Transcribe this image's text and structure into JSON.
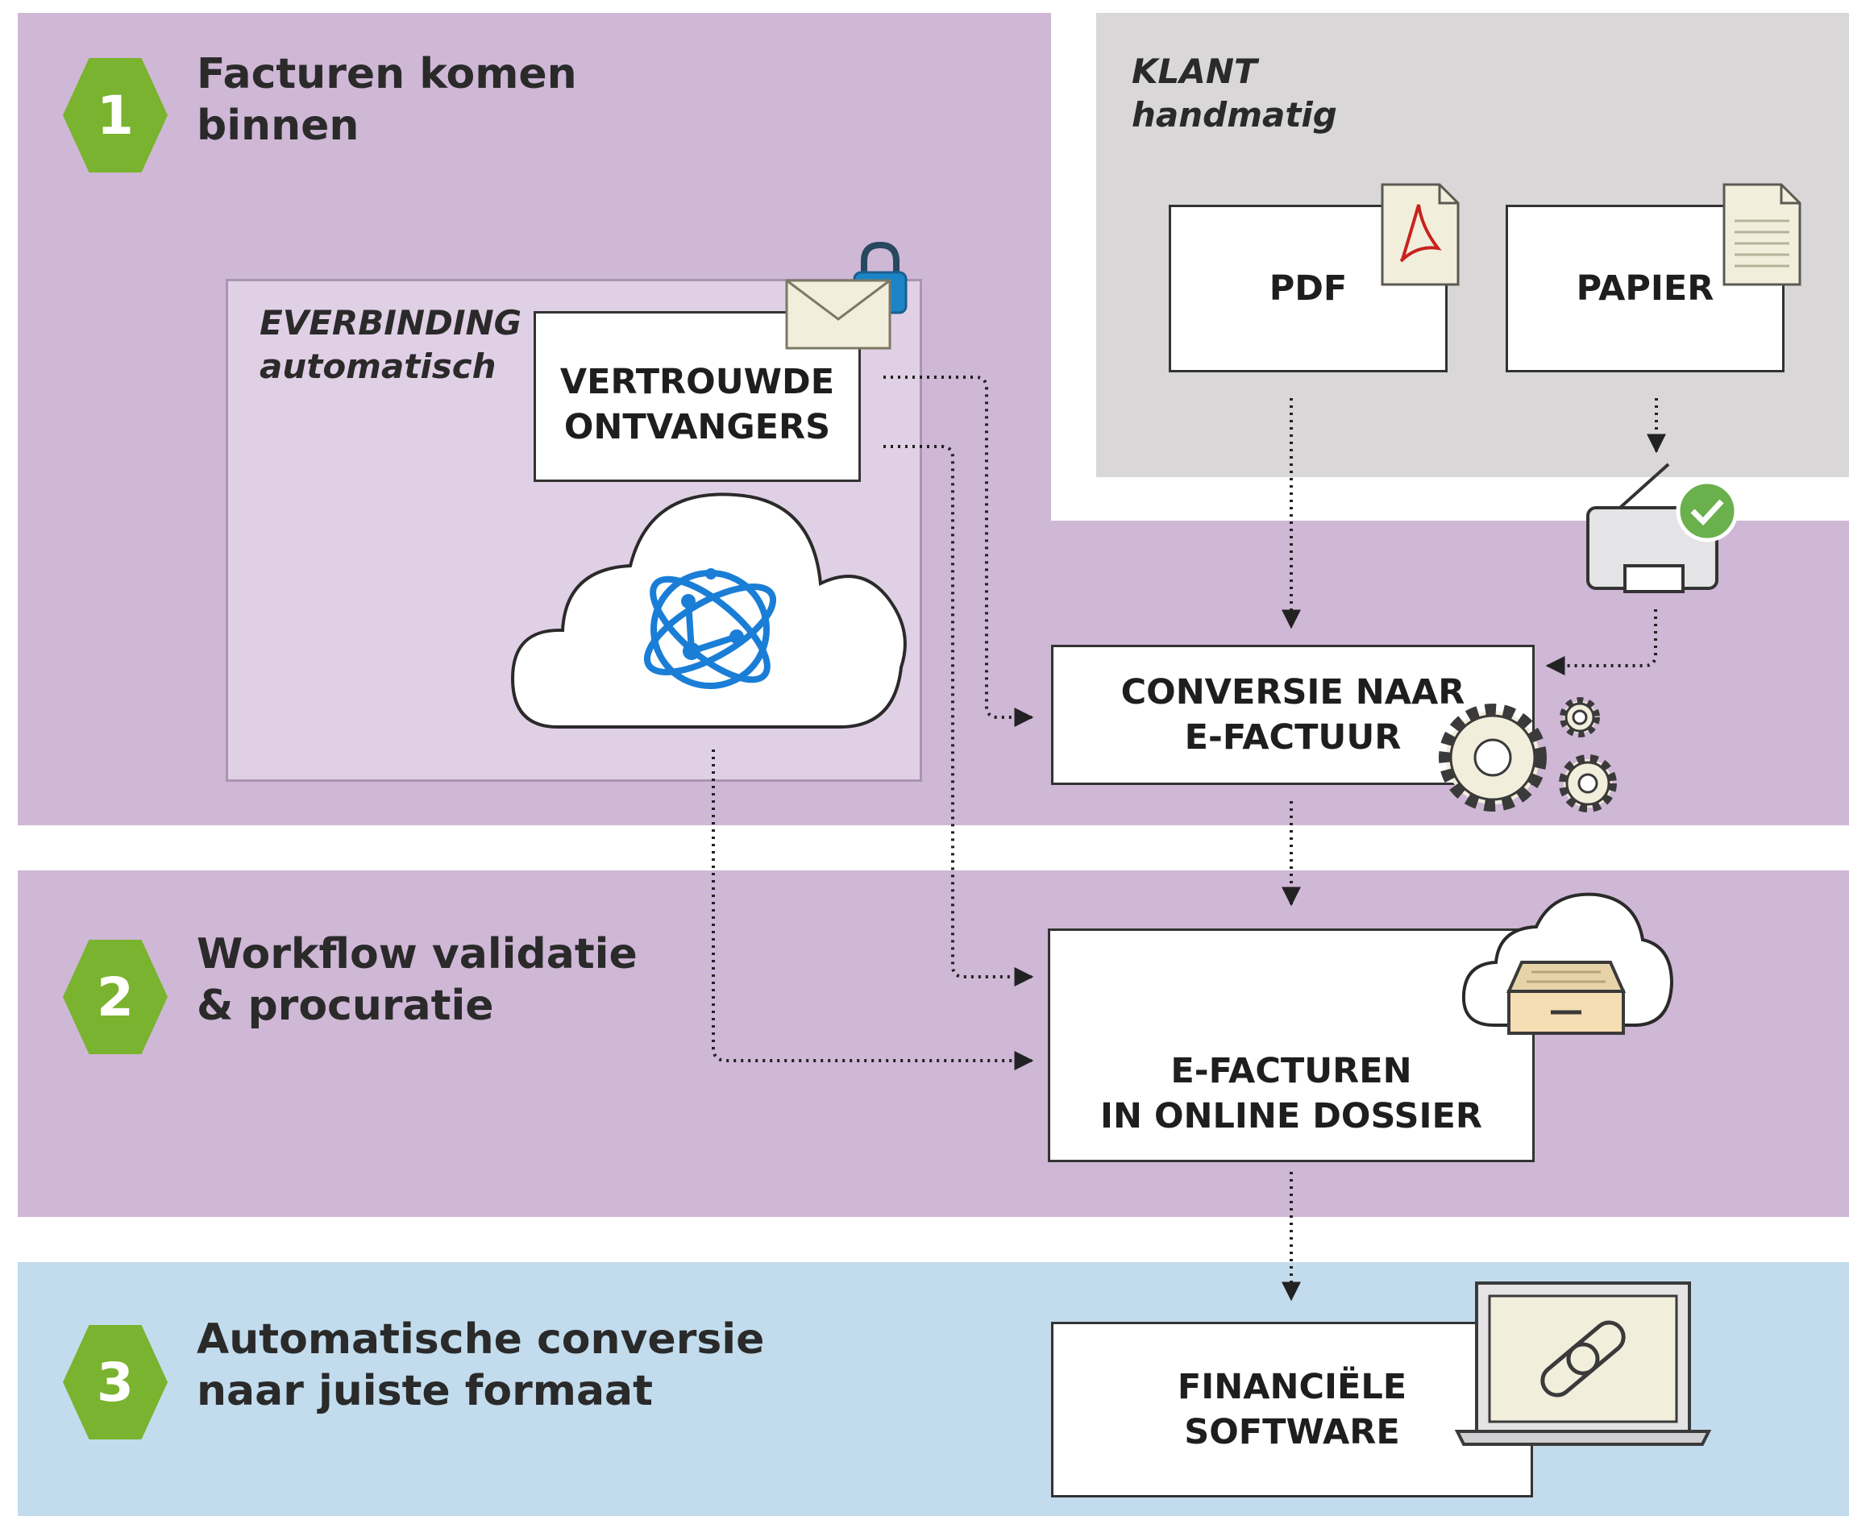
{
  "colors": {
    "purple_bg": "#cfb7d6",
    "inner_purple": "#e0d0e5",
    "grey_bg": "#d9d7d8",
    "blue_bg": "#c2dced",
    "hex_green": "#7ab32f",
    "box_border": "#333333",
    "icon_cream": "#f2eedc",
    "globe_blue": "#1a7ed6",
    "check_green": "#6ab04c"
  },
  "steps": [
    {
      "number": "1",
      "title": "Facturen komen\nbinnen"
    },
    {
      "number": "2",
      "title": "Workflow validatie\n& procuratie"
    },
    {
      "number": "3",
      "title": "Automatische conversie\nnaar juiste formaat"
    }
  ],
  "labels": {
    "everbinding": "EVERBINDING\nautomatisch",
    "klant": "KLANT\nhandmatig"
  },
  "boxes": {
    "vertrouwde": "VERTROUWDE\nONTVANGERS",
    "pdf": "PDF",
    "papier": "PAPIER",
    "conversie": "CONVERSIE NAAR\nE-FACTUUR",
    "efacturen": "E-FACTUREN\nIN ONLINE DOSSIER",
    "financiele": "FINANCIËLE\nSOFTWARE"
  },
  "icons": [
    "padlock-icon",
    "envelope-icon",
    "cloud-icon",
    "globe-network-icon",
    "pdf-document-icon",
    "paper-document-icon",
    "scanner-icon",
    "check-icon",
    "gears-icon",
    "cloud-archive-icon",
    "laptop-link-icon"
  ]
}
